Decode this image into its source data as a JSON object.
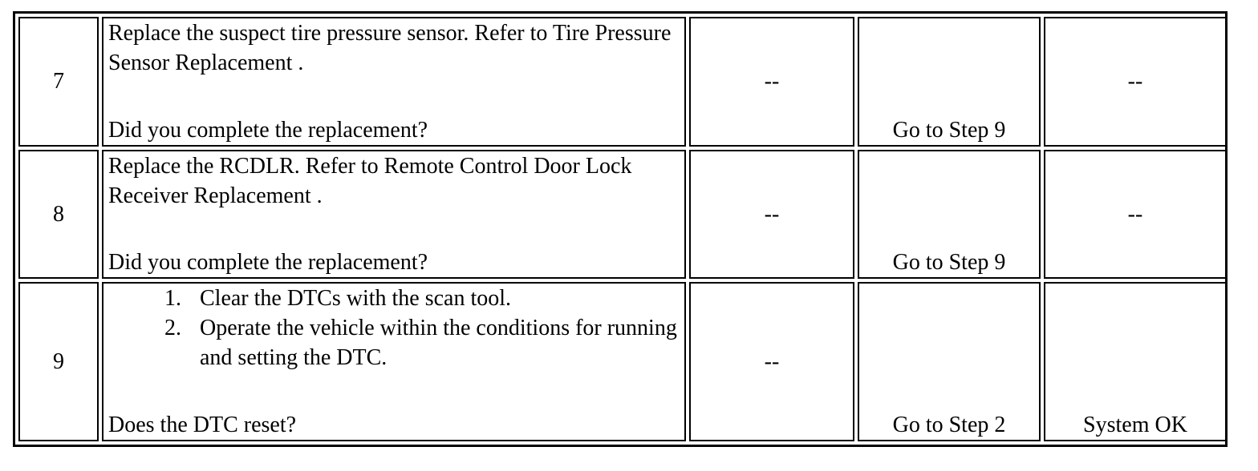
{
  "rows": [
    {
      "step": "7",
      "action": "Replace the suspect tire pressure sensor. Refer to Tire Pressure Sensor Replacement .",
      "question": "Did you complete the replacement?",
      "value": "--",
      "yes": "Go to Step 9",
      "no": "--"
    },
    {
      "step": "8",
      "action": "Replace the RCDLR. Refer to Remote Control Door Lock Receiver Replacement .",
      "question": "Did you complete the replacement?",
      "value": "--",
      "yes": "Go to Step 9",
      "no": "--"
    },
    {
      "step": "9",
      "list": [
        "Clear the DTCs with the scan tool.",
        "Operate the vehicle within the conditions for running and setting the DTC."
      ],
      "question": "Does the DTC reset?",
      "value": "--",
      "yes": "Go to Step 2",
      "no": "System OK"
    }
  ]
}
